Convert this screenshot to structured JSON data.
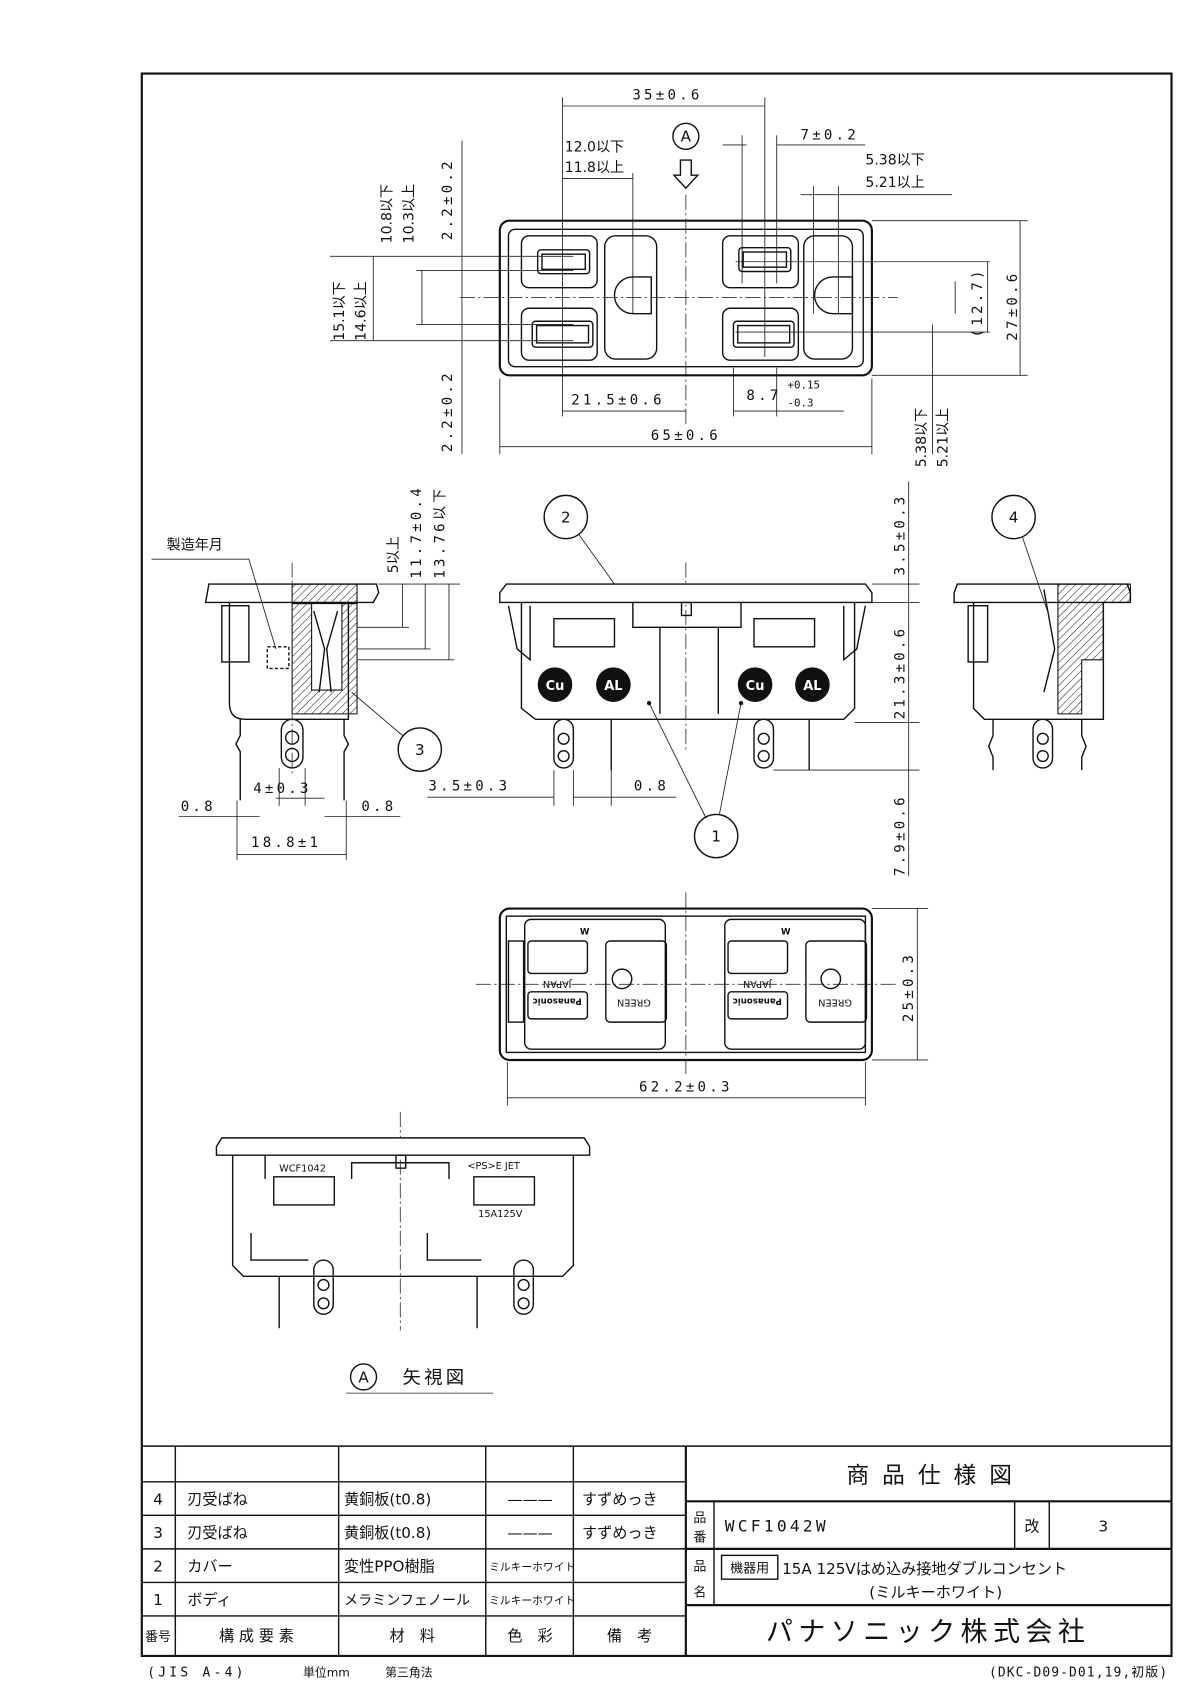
{
  "top_view": {
    "view_marker": "A",
    "dim_35": "35±0.6",
    "dim_12_0_max": "12.0以下",
    "dim_11_8_min": "11.8以上",
    "dim_7": "7±0.2",
    "dim_5_38_max": "5.38以下",
    "dim_5_21_min": "5.21以上",
    "dim_10_8_max": "10.8以下",
    "dim_10_3_min": "10.3以上",
    "dim_2_2_upper": "2.2±0.2",
    "dim_15_1_max": "15.1以下",
    "dim_14_6_min": "14.6以上",
    "dim_2_2_lower": "2.2±0.2",
    "dim_12_7_ref": "(12.7)",
    "dim_27": "27±0.6",
    "dim_21_5": "21.5±0.6",
    "dim_8_7": "8.7",
    "dim_8_7_tol_plus": "+0.15",
    "dim_8_7_tol_minus": "-0.3",
    "dim_65": "65±0.6",
    "dim_5_38_max_b": "5.38以下",
    "dim_5_21_min_b": "5.21以上"
  },
  "side_view": {
    "date_code_label": "製造年月",
    "dim_5_min": "5以上",
    "dim_11_7": "11.7±0.4",
    "dim_13_76_max": "13.76以下",
    "dim_4": "4±0.3",
    "dim_0_8_left": "0.8",
    "dim_0_8_right": "0.8",
    "dim_18_8": "18.8±1",
    "balloon_3": "3",
    "balloon_4": "4"
  },
  "front_section": {
    "balloon_1": "1",
    "balloon_2": "2",
    "dim_3_5_h": "3.5±0.3",
    "dim_0_8": "0.8",
    "dim_3_5_v": "3.5±0.3",
    "dim_21_3": "21.3±0.6",
    "dim_7_9": "7.9±0.6",
    "mark_cu": "Cu",
    "mark_al": "AL"
  },
  "bottom_view": {
    "dim_25": "25±0.3",
    "dim_62_2": "62.2±0.3",
    "mark_w": "W",
    "mark_japan": "JAPAN",
    "mark_brand": "Panasonic",
    "mark_green": "GREEN"
  },
  "arrow_view": {
    "model_marking": "WCF1042",
    "cert_marking": "<PS>E JET",
    "rating_marking": "15A125V",
    "view_marker": "A",
    "caption": "矢視図"
  },
  "parts_table": {
    "headers": {
      "no": "番号",
      "component": "構 成 要 素",
      "material": "材　料",
      "color": "色　彩",
      "remarks": "備　考"
    },
    "rows": [
      {
        "no": "4",
        "component": "刃受ばね",
        "material": "黄銅板(t0.8)",
        "color": "———",
        "remarks": "すずめっき"
      },
      {
        "no": "3",
        "component": "刃受ばね",
        "material": "黄銅板(t0.8)",
        "color": "———",
        "remarks": "すずめっき"
      },
      {
        "no": "2",
        "component": "カバー",
        "material": "変性PPO樹脂",
        "color": "ミルキーホワイト",
        "remarks": ""
      },
      {
        "no": "1",
        "component": "ボディ",
        "material": "メラミンフェノール",
        "color": "ミルキーホワイト",
        "remarks": ""
      }
    ]
  },
  "title_block": {
    "title": "商品仕様図",
    "part_no_label_1": "品",
    "part_no_label_2": "番",
    "part_no": "WCF1042W",
    "revision_label": "改",
    "revision": "3",
    "name_label_1": "品",
    "name_label_2": "名",
    "name_tag": "機器用",
    "name_line_1": "15A 125Vはめ込み接地ダブルコンセント",
    "name_line_2": "(ミルキーホワイト)",
    "company": "パナソニック株式会社"
  },
  "footer": {
    "paper": "(JIS A-4)",
    "unit": "単位mm",
    "projection": "第三角法",
    "doc_code": "(DKC-D09-D01,19,初版)"
  }
}
